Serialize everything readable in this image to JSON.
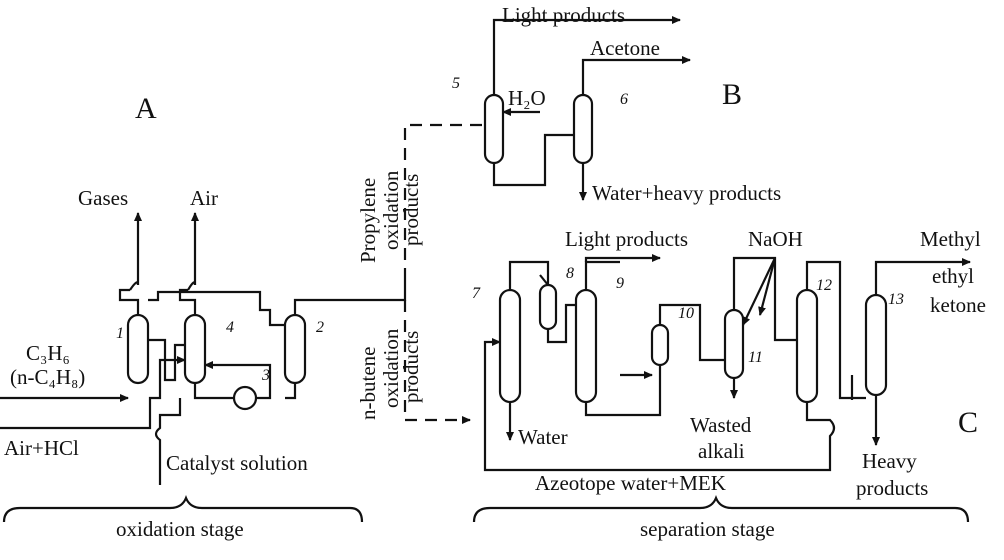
{
  "section_a": "A",
  "section_b": "B",
  "section_c": "C",
  "streams": {
    "gases": "Gases",
    "air": "Air",
    "c3h6": "C₃H₆",
    "nc4h8": "(n-C₄H₈)",
    "air_hcl": "Air+HCl",
    "catalyst": "Catalyst solution",
    "light_products_top": "Light products",
    "acetone": "Acetone",
    "h2o": "H₂O",
    "water_heavy": "Water+heavy products",
    "propylene_1": "Propylene",
    "propylene_2": "oxidation",
    "propylene_3": "products",
    "nbutene_1": "n-butene",
    "nbutene_2": "oxidation",
    "nbutene_3": "products",
    "light_products_mid": "Light products",
    "naoh": "NaOH",
    "methyl": "Methyl",
    "ethyl": "ethyl",
    "ketone": "ketone",
    "water": "Water",
    "wasted": "Wasted",
    "alkali": "alkali",
    "azeotope": "Azeotope water+MEK",
    "heavy": "Heavy",
    "products": "products"
  },
  "units": [
    "1",
    "2",
    "3",
    "4",
    "5",
    "6",
    "7",
    "8",
    "9",
    "10",
    "11",
    "12",
    "13"
  ],
  "stages": {
    "oxidation": "oxidation stage",
    "separation": "separation stage"
  }
}
